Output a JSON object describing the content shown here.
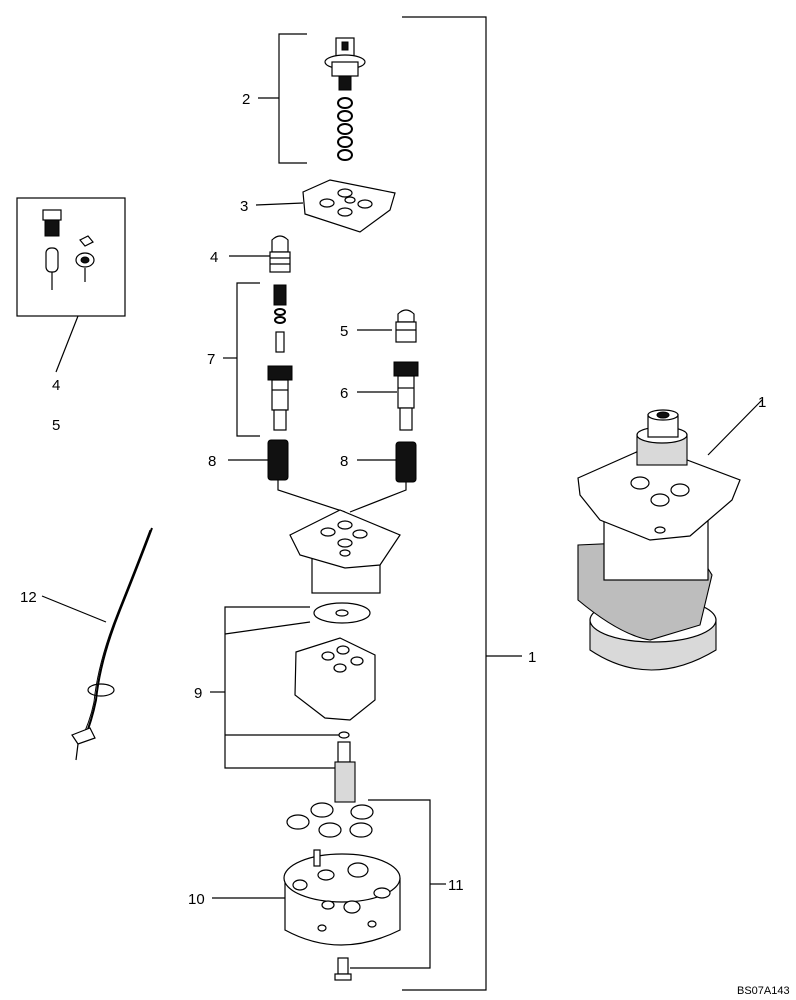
{
  "callouts": {
    "n1": "1",
    "n2": "2",
    "n3": "3",
    "n4": "4",
    "n5": "5",
    "n6": "6",
    "n7": "7",
    "n8": "8",
    "n9": "9",
    "n10": "10",
    "n11": "11",
    "n12": "12"
  },
  "drawing_code": "BS07A143"
}
